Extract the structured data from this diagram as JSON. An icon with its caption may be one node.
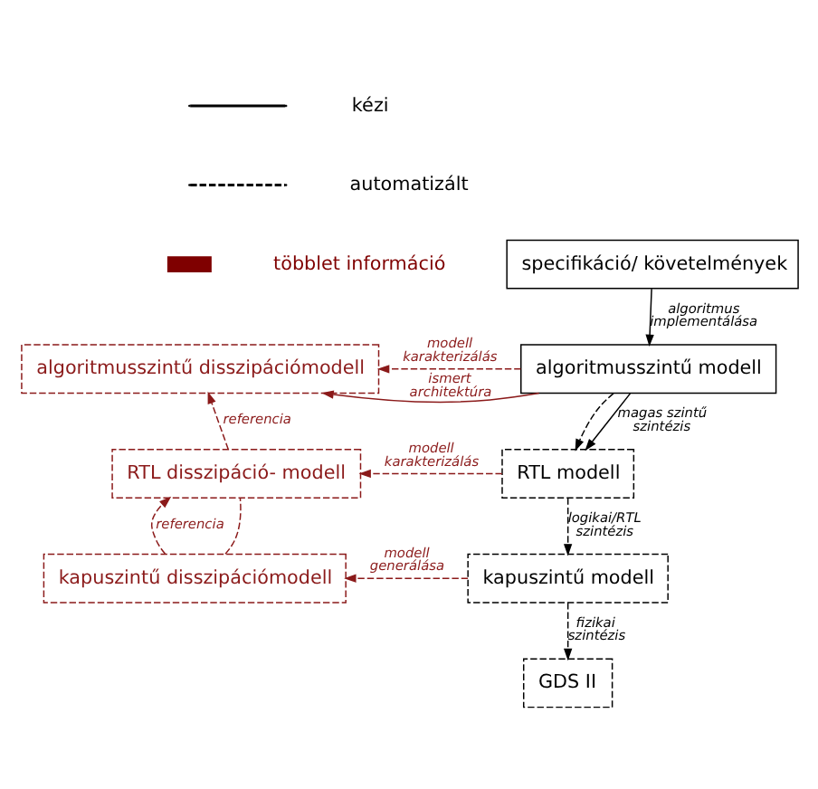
{
  "diagram": {
    "nodes": [
      {
        "text": [
          "specifikáció/ követelmények"
        ]
      },
      {
        "text": [
          "algoritmusszintű modell"
        ]
      },
      {
        "text": [
          "RTL modell"
        ]
      },
      {
        "text": [
          "kapuszintű modell"
        ]
      },
      {
        "text": [
          "GDS II"
        ]
      },
      {
        "text": [
          "algoritmusszintű disszipációmodell"
        ]
      },
      {
        "text": [
          "RTL disszipáció- modell"
        ]
      },
      {
        "text": [
          "kapuszintű disszipációmodell"
        ]
      }
    ],
    "edges": [
      {
        "from": 0,
        "to": 1,
        "arrow": "to",
        "label": "algoritmus implementálása",
        "color": "#000000"
      },
      {
        "from": 1,
        "to": 5,
        "arrow": "to",
        "label": "ismert architektúra"
      },
      {
        "from": 1,
        "to": 5,
        "arrow": "to",
        "label": "modell karakterizálás",
        "style": "dashed"
      },
      {
        "from": 1,
        "to": 2,
        "arrow": "to",
        "style": "dashed",
        "color": "#000000"
      },
      {
        "from": 1,
        "to": 2,
        "arrow": "to",
        "label": "magas szintű szintézis",
        "color": "#000000"
      },
      {
        "from": 2,
        "to": 6,
        "arrow": "to",
        "label": "modell karakterizálás",
        "style": "dashed"
      },
      {
        "from": 2,
        "to": 3,
        "arrow": "to",
        "label": "logikai/RTL szintézis",
        "style": "dashed",
        "color": "#000000"
      },
      {
        "from": 3,
        "to": 7,
        "arrow": "to",
        "label": "modell generálása",
        "style": "dashed"
      },
      {
        "from": 3,
        "to": 4,
        "arrow": "to",
        "label": "fizikai szintézis",
        "style": "dashed",
        "color": "#000000"
      },
      {
        "from": 6,
        "to": 5,
        "arrow": "to",
        "label": "referencia",
        "style": "dashed"
      },
      {
        "from": 7,
        "to": 6,
        "arrow": "none",
        "style": "dashed"
      },
      {
        "from": 7,
        "to": 6,
        "arrow": "to",
        "label": "referencia",
        "style": "dashed"
      }
    ],
    "legend": [
      {
        "text": "kézi"
      },
      {
        "text": "automatizált"
      },
      {
        "text": "többlet információ",
        "color": "#7f0000"
      }
    ]
  }
}
